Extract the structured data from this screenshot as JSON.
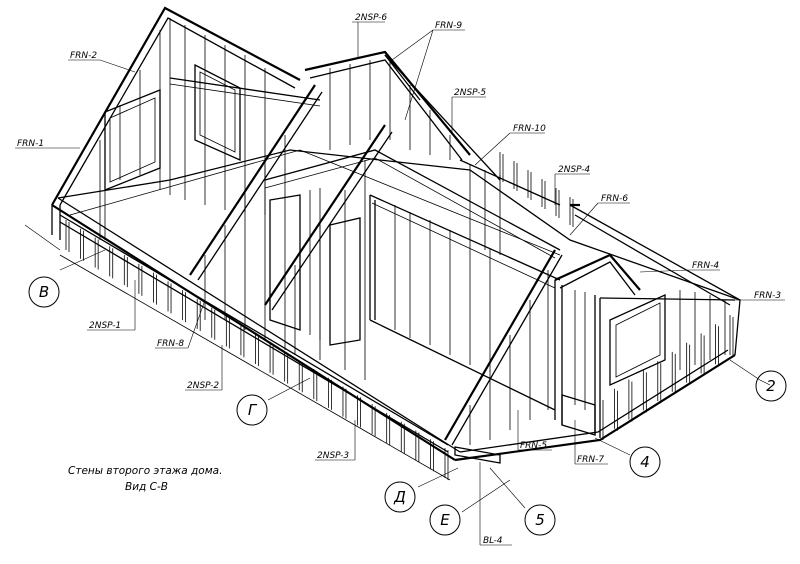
{
  "labels": {
    "frn_1": "FRN-1",
    "frn_2": "FRN-2",
    "frn_3": "FRN-3",
    "frn_4": "FRN-4",
    "frn_5": "FRN-5",
    "frn_6": "FRN-6",
    "frn_7": "FRN-7",
    "frn_8": "FRN-8",
    "frn_9": "FRN-9",
    "frn_10": "FRN-10",
    "nsp_1": "2NSP-1",
    "nsp_2": "2NSP-2",
    "nsp_3": "2NSP-3",
    "nsp_4": "2NSP-4",
    "nsp_5": "2NSP-5",
    "nsp_6": "2NSP-6",
    "bl_4": "BL-4"
  },
  "axes": {
    "v": "В",
    "g": "Г",
    "d": "Д",
    "e": "Е",
    "n2": "2",
    "n4": "4",
    "n5": "5"
  },
  "caption": {
    "line1": "Стены второго этажа дома.",
    "line2": "Вид С-В"
  }
}
